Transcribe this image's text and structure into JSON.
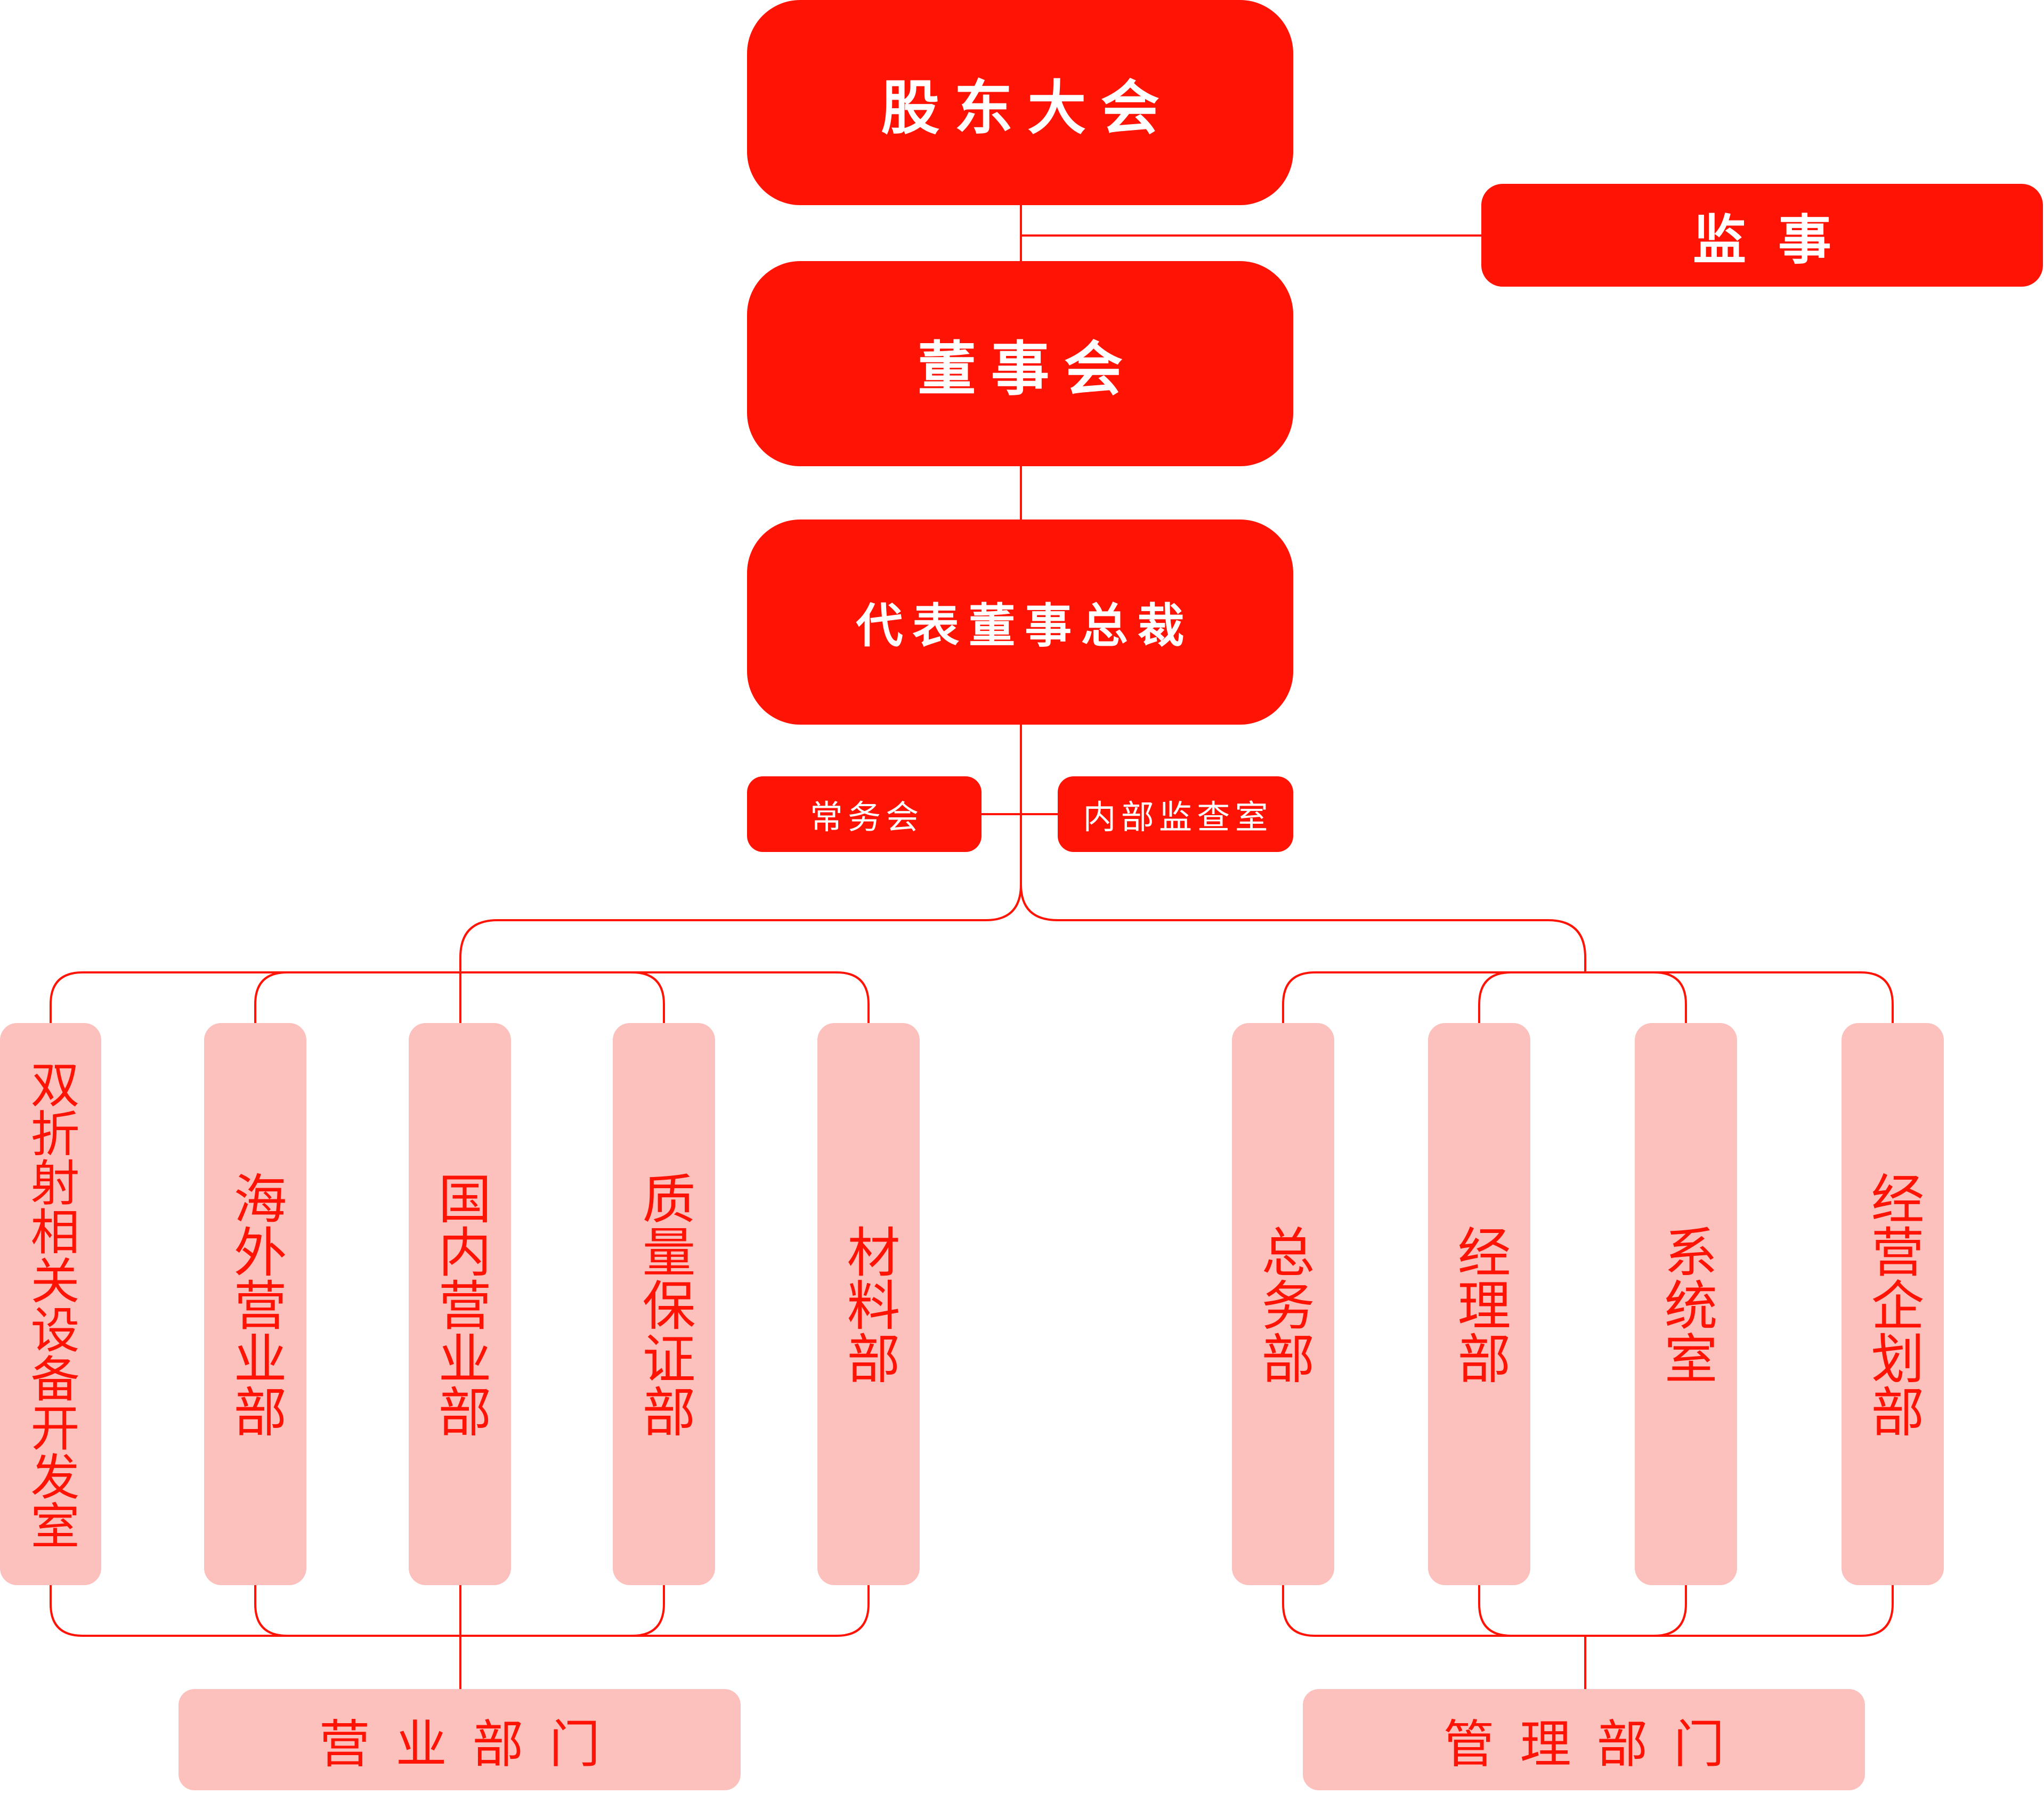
{
  "colors": {
    "primary": "#ff1305",
    "secondary": "#fcc1bd",
    "line": "#ff1305",
    "background": "#ffffff"
  },
  "nodes": {
    "shareholders": "股东大会",
    "auditor": "监事",
    "board": "董事会",
    "president": "代表董事总裁",
    "executive_committee": "常务会",
    "internal_audit": "内部监查室"
  },
  "departments": [
    "双折射相关设备开发室",
    "海外营业部",
    "国内营业部",
    "质量保证部",
    "材料部",
    "总务部",
    "经理部",
    "系统室",
    "经营企划部"
  ],
  "groups": {
    "sales": "营业部门",
    "admin": "管理部门"
  }
}
